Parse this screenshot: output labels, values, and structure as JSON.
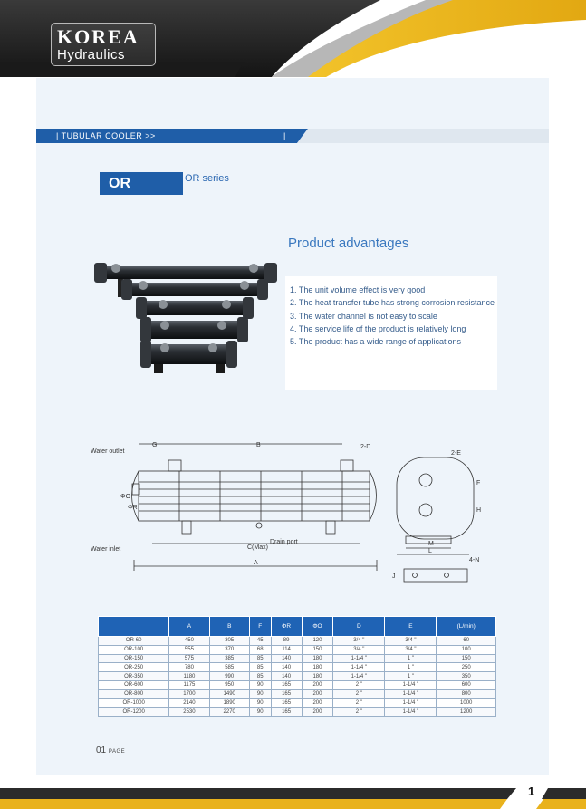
{
  "header": {
    "logo_main": "KOREA",
    "logo_sub": "Hydraulics"
  },
  "section": {
    "title": "| TUBULAR COOLER >>",
    "pipe": "|"
  },
  "series": {
    "badge": "OR",
    "name": "OR series"
  },
  "advantages": {
    "title": "Product advantages",
    "items": [
      "1.  The unit volume effect is very good",
      "2.  The heat transfer tube has strong corrosion resistance",
      "3.  The water channel is not easy to scale",
      "4.  The service life of the product is relatively long",
      "5.  The product has a wide range of applications"
    ]
  },
  "drawing": {
    "water_outlet": "Water outlet",
    "water_inlet": "Water inlet",
    "drain_port": "Drain port",
    "c_max": "C(Max)",
    "label_a": "A",
    "label_b": "B",
    "label_g": "G",
    "label_2d": "2-D",
    "label_2e": "2-E",
    "label_4n": "4-N",
    "label_m": "M",
    "label_l": "L",
    "label_f": "F",
    "label_h": "H",
    "label_phio": "ΦO",
    "label_phir": "ΦR",
    "label_j": "J"
  },
  "table": {
    "headers": [
      "",
      "A",
      "B",
      "F",
      "ΦR",
      "ΦO",
      "D",
      "E",
      "(L/min)"
    ],
    "rows": [
      [
        "OR-60",
        "450",
        "305",
        "45",
        "89",
        "120",
        "3/4 \"",
        "3/4 \"",
        "60"
      ],
      [
        "OR-100",
        "555",
        "370",
        "68",
        "114",
        "150",
        "3/4 \"",
        "3/4 \"",
        "100"
      ],
      [
        "OR-150",
        "575",
        "385",
        "85",
        "140",
        "180",
        "1-1/4 \"",
        "1 \"",
        "150"
      ],
      [
        "OR-250",
        "780",
        "585",
        "85",
        "140",
        "180",
        "1-1/4 \"",
        "1 \"",
        "250"
      ],
      [
        "OR-350",
        "1180",
        "990",
        "85",
        "140",
        "180",
        "1-1/4 \"",
        "1 \"",
        "350"
      ],
      [
        "OR-600",
        "1175",
        "950",
        "90",
        "165",
        "200",
        "2 \"",
        "1-1/4 \"",
        "600"
      ],
      [
        "OR-800",
        "1700",
        "1490",
        "90",
        "165",
        "200",
        "2 \"",
        "1-1/4 \"",
        "800"
      ],
      [
        "OR-1000",
        "2140",
        "1890",
        "90",
        "165",
        "200",
        "2 \"",
        "1-1/4 \"",
        "1000"
      ],
      [
        "OR-1200",
        "2530",
        "2270",
        "90",
        "165",
        "200",
        "2 \"",
        "1-1/4 \"",
        "1200"
      ]
    ]
  },
  "page": {
    "number": "01",
    "label": "PAGE",
    "footer_number": "1"
  },
  "colors": {
    "gold": "#e9b21c",
    "navy": "#1f3b63",
    "accent_blue": "#1f5ea8"
  }
}
